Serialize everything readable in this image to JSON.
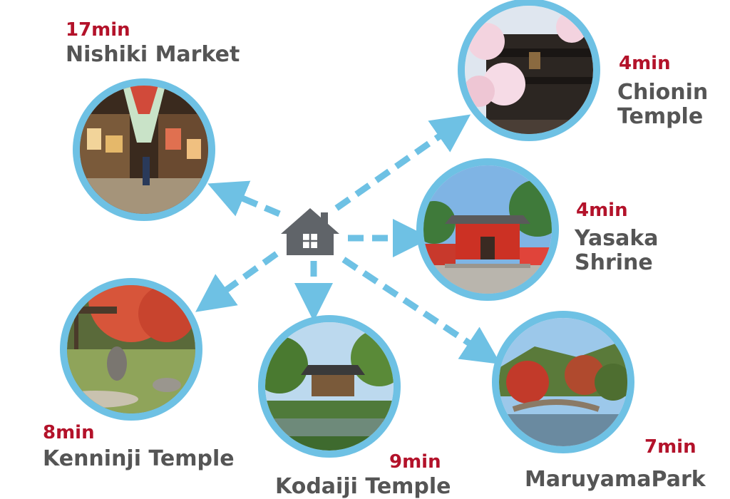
{
  "colors": {
    "accent_blue": "#6ec1e4",
    "time_red": "#b3122a",
    "label_gray": "#555555",
    "house_gray": "#606469"
  },
  "center": {
    "icon": "house-icon"
  },
  "destinations": [
    {
      "time": "17min",
      "name_lines": [
        "Nishiki Market"
      ]
    },
    {
      "time": "4min",
      "name_lines": [
        "Chionin",
        "Temple"
      ]
    },
    {
      "time": "4min",
      "name_lines": [
        "Yasaka",
        "Shrine"
      ]
    },
    {
      "time": "8min",
      "name_lines": [
        "Kenninji Temple"
      ]
    },
    {
      "time": "9min",
      "name_lines": [
        "Kodaiji Temple"
      ]
    },
    {
      "time": "7min",
      "name_lines": [
        "MaruyamaPark"
      ]
    }
  ]
}
